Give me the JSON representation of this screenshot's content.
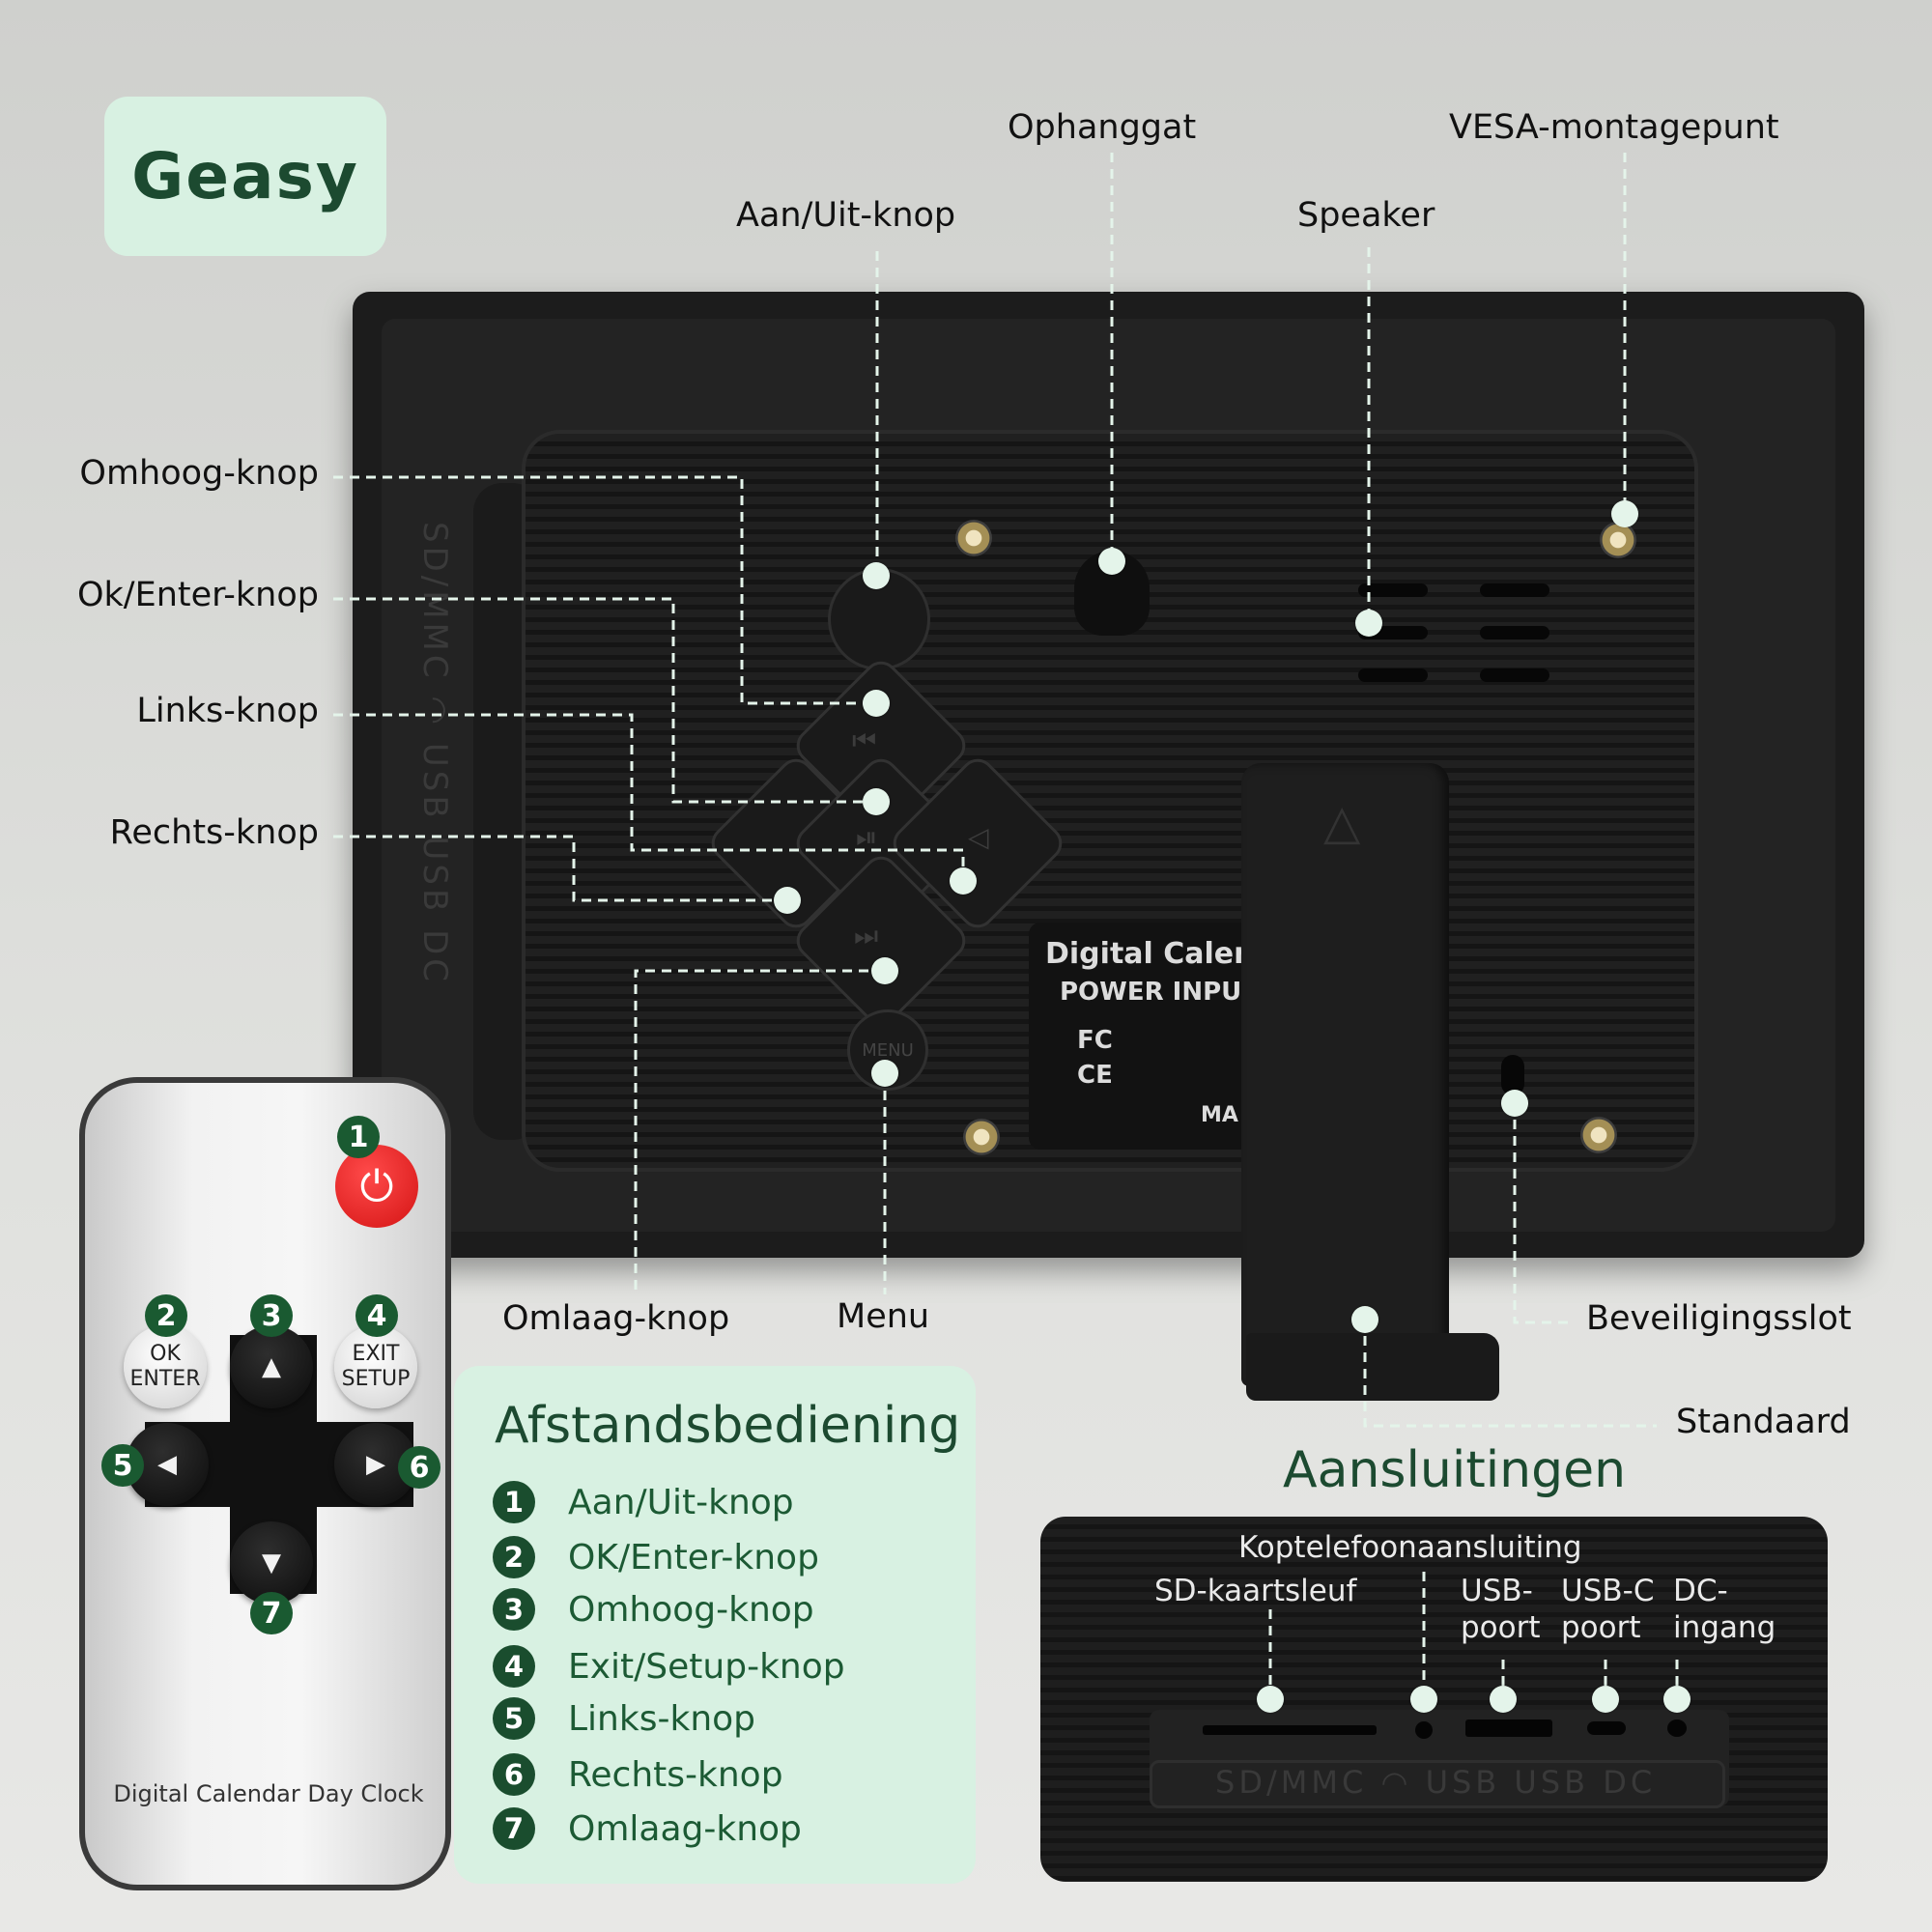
{
  "brand": {
    "logo": "Geasy"
  },
  "device_labels": {
    "aan_uit": "Aan/Uit-knop",
    "ophanggat": "Ophanggat",
    "vesa": "VESA-montagepunt",
    "speaker": "Speaker",
    "omhoog": "Omhoog-knop",
    "ok_enter": "Ok/Enter-knop",
    "links": "Links-knop",
    "rechts": "Rechts-knop",
    "omlaag": "Omlaag-knop",
    "menu": "Menu",
    "beveiligingsslot": "Beveiligingsslot",
    "standaard": "Standaard"
  },
  "device_print": {
    "side_ports": "SD/MMC  ◠  USB  USB  DC",
    "sticker_line1": "Digital Calend",
    "sticker_line2": "POWER INPUT:",
    "sticker_fc": "FC",
    "sticker_ce": "CE",
    "sticker_ma": "MA",
    "menu_key": "MENU"
  },
  "remote": {
    "ok_enter_top": "OK",
    "ok_enter_bottom": "ENTER",
    "exit_setup_top": "EXIT",
    "exit_setup_bottom": "SETUP",
    "caption": "Digital Calendar Day Clock",
    "numbers": [
      "1",
      "2",
      "3",
      "4",
      "5",
      "6",
      "7"
    ]
  },
  "legend": {
    "title": "Afstandsbediening",
    "items": [
      {
        "num": "1",
        "label": "Aan/Uit-knop"
      },
      {
        "num": "2",
        "label": "OK/Enter-knop"
      },
      {
        "num": "3",
        "label": "Omhoog-knop"
      },
      {
        "num": "4",
        "label": "Exit/Setup-knop"
      },
      {
        "num": "5",
        "label": "Links-knop"
      },
      {
        "num": "6",
        "label": "Rechts-knop"
      },
      {
        "num": "7",
        "label": "Omlaag-knop"
      }
    ]
  },
  "connections": {
    "title": "Aansluitingen",
    "koptelefoon": "Koptelefoonaansluiting",
    "sd": "SD-kaartsleuf",
    "usb_line1": "USB-",
    "usb_line2": "poort",
    "usbc_line1": "USB-C",
    "usbc_line2": "poort",
    "dc_line1": "DC-",
    "dc_line2": "ingang",
    "strip_text": "SD/MMC  ◠  USB  USB  DC"
  },
  "colors": {
    "accent": "#1c4a30",
    "card": "#d8f1e2",
    "marker": "#e4f4ea",
    "power_red": "#d41414"
  }
}
